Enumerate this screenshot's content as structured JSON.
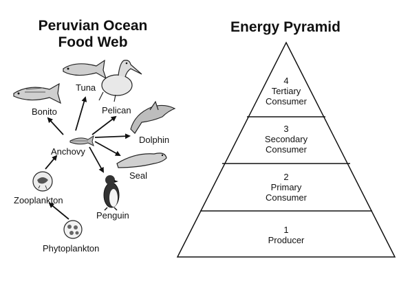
{
  "food_web": {
    "title_line1": "Peruvian Ocean",
    "title_line2": "Food Web",
    "organisms": {
      "tuna": "Tuna",
      "bonito": "Bonito",
      "pelican": "Pelican",
      "anchovy": "Anchovy",
      "dolphin": "Dolphin",
      "seal": "Seal",
      "zooplankton": "Zooplankton",
      "penguin": "Penguin",
      "phytoplankton": "Phytoplankton"
    }
  },
  "pyramid": {
    "title": "Energy Pyramid",
    "levels": [
      {
        "number": "4",
        "line1": "Tertiary",
        "line2": "Consumer"
      },
      {
        "number": "3",
        "line1": "Secondary",
        "line2": "Consumer"
      },
      {
        "number": "2",
        "line1": "Primary",
        "line2": "Consumer"
      },
      {
        "number": "1",
        "line1": "Producer",
        "line2": ""
      }
    ]
  }
}
